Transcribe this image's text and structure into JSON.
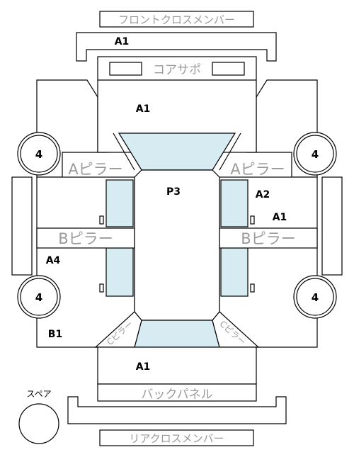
{
  "labels": {
    "front_cross_member": "フロントクロスメンバー",
    "core_support": "コアサポ",
    "a_pillar": "Aピラー",
    "b_pillar": "Bピラー",
    "c_pillar": "Cピラー",
    "back_panel": "バックパネル",
    "rear_cross_member": "リアクロスメンバー",
    "spare": "スペア"
  },
  "zones": {
    "front_cross_member_rank": "A1",
    "core_support_area_rank": "A1",
    "roof_rank": "P3",
    "right_front_door_rank": "A2",
    "right_rear_door_rank": "A1",
    "left_rear_door_rank": "A4",
    "left_rear_quarter_rank": "B1",
    "trunk_rank": "A1"
  },
  "wheels": {
    "front_left": "4",
    "front_right": "4",
    "rear_left": "4",
    "rear_right": "4"
  },
  "colors": {
    "glass": "#d7ebf3",
    "outline": "#000000",
    "label_grey": "#9a9a9a"
  }
}
